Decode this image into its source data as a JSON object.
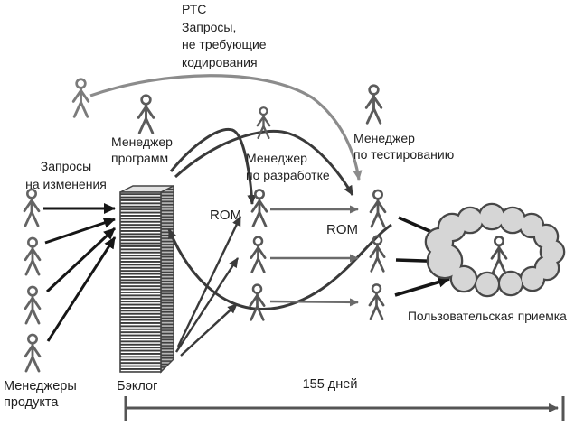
{
  "diagram": {
    "title_note": "РТС\nЗапросы,\nне требующие\nкодирования",
    "labels": {
      "change_requests": "Запросы\nна изменения",
      "program_manager": "Менеджер\nпрограмм",
      "dev_manager": "Менеджер\nпо разработке",
      "test_manager": "Менеджер\nпо тестированию",
      "rom_left": "ROM",
      "rom_right": "ROM",
      "product_managers": "Менеджеры\nпродукта",
      "backlog": "Бэклог",
      "duration": "155 дней",
      "user_acceptance": "Пользовательская приемка"
    },
    "colors": {
      "text": "#1f1f1f",
      "figure_gray": "#575757",
      "figure_light_gray": "#7b7b7b",
      "arrow_black": "#161616",
      "arrow_dark": "#3a3a3a",
      "arrow_gray": "#6b6b6b",
      "curve_light": "#8c8c8c",
      "cloud_fill": "#d6d6d6",
      "cloud_stroke": "#474747",
      "backlog_stripe": "#3a3a3a"
    }
  }
}
